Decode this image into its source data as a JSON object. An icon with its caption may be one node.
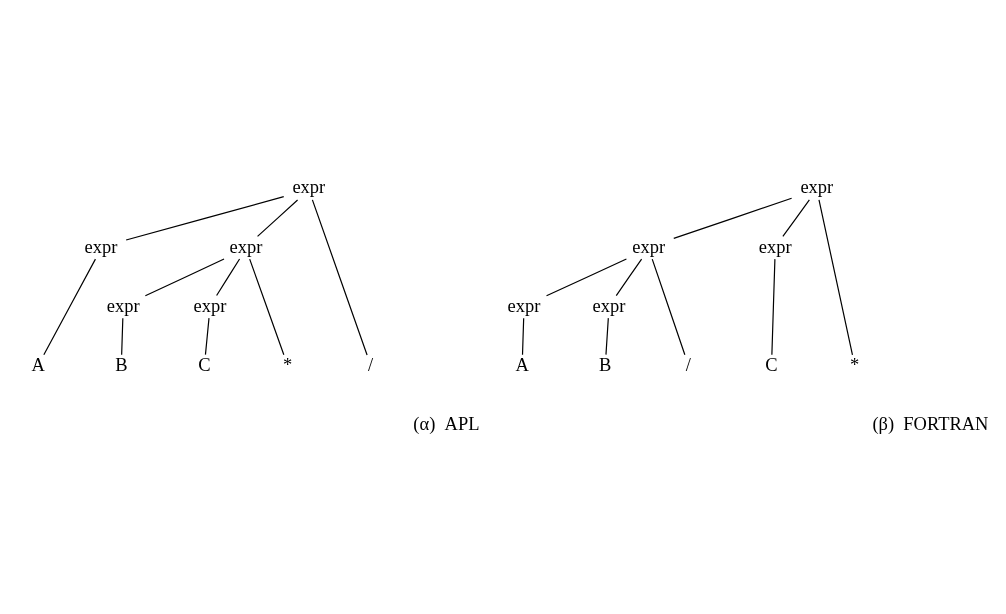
{
  "diagram": {
    "nodes": [
      {
        "text": [
          "expr"
        ]
      },
      {
        "text": [
          "expr"
        ]
      },
      {
        "text": [
          "expr"
        ]
      },
      {
        "text": [
          "expr"
        ]
      },
      {
        "text": [
          "expr"
        ]
      },
      {
        "text": [
          "A"
        ]
      },
      {
        "text": [
          "/"
        ]
      },
      {
        "text": [
          "B"
        ]
      },
      {
        "text": [
          "*"
        ]
      },
      {
        "text": [
          "C"
        ]
      },
      {
        "text": [
          "expr"
        ]
      },
      {
        "text": [
          "expr"
        ]
      },
      {
        "text": [
          "expr"
        ]
      },
      {
        "text": [
          "expr"
        ]
      },
      {
        "text": [
          "expr"
        ]
      },
      {
        "text": [
          "A"
        ]
      },
      {
        "text": [
          "/"
        ]
      },
      {
        "text": [
          "B"
        ]
      },
      {
        "text": [
          "*"
        ]
      },
      {
        "text": [
          "C"
        ]
      }
    ],
    "edges": [
      {
        "from": 0,
        "to": 1,
        "arrow": "none"
      },
      {
        "from": 0,
        "to": 6,
        "arrow": "none"
      },
      {
        "from": 0,
        "to": 2,
        "arrow": "none"
      },
      {
        "from": 1,
        "to": 5,
        "arrow": "none"
      },
      {
        "from": 2,
        "to": 3,
        "arrow": "none"
      },
      {
        "from": 2,
        "to": 8,
        "arrow": "none"
      },
      {
        "from": 2,
        "to": 4,
        "arrow": "none"
      },
      {
        "from": 3,
        "to": 7,
        "arrow": "none"
      },
      {
        "from": 4,
        "to": 9,
        "arrow": "none"
      },
      {
        "from": 10,
        "to": 11,
        "arrow": "none"
      },
      {
        "from": 10,
        "to": 18,
        "arrow": "none"
      },
      {
        "from": 10,
        "to": 12,
        "arrow": "none"
      },
      {
        "from": 11,
        "to": 13,
        "arrow": "none"
      },
      {
        "from": 11,
        "to": 16,
        "arrow": "none"
      },
      {
        "from": 11,
        "to": 14,
        "arrow": "none"
      },
      {
        "from": 13,
        "to": 15,
        "arrow": "none"
      },
      {
        "from": 14,
        "to": 17,
        "arrow": "none"
      },
      {
        "from": 12,
        "to": 19,
        "arrow": "none"
      }
    ],
    "labels": [
      "(α)  APL",
      "(β)  FORTRAN"
    ]
  }
}
